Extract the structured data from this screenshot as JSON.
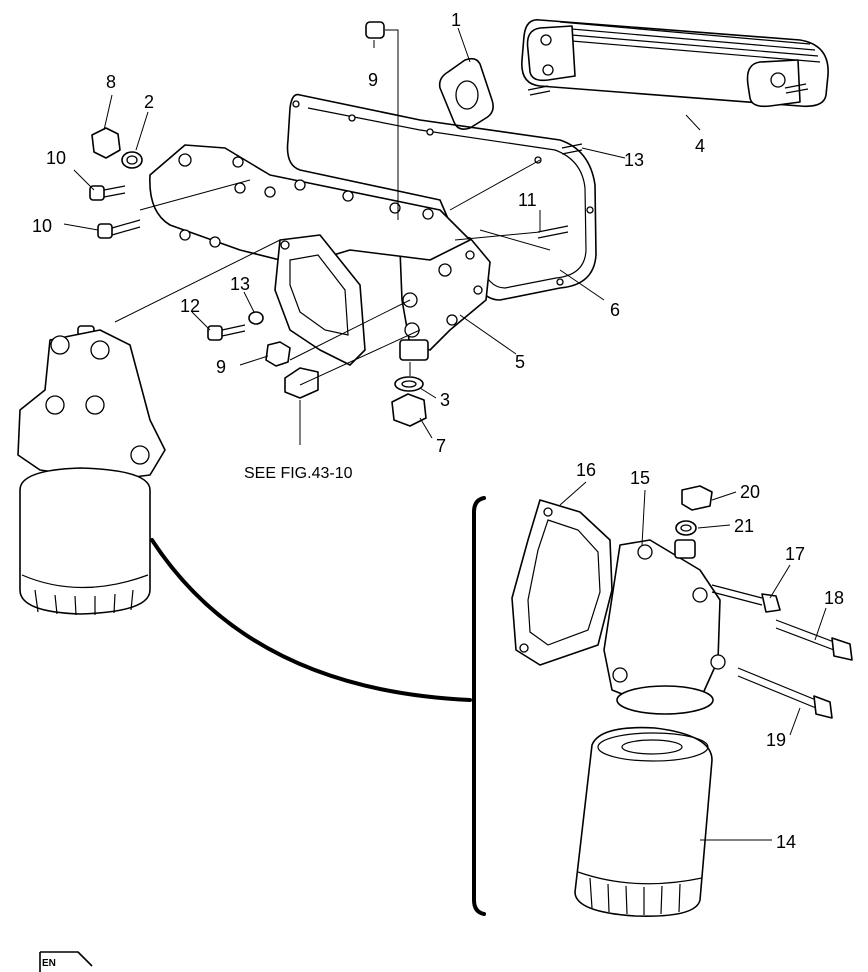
{
  "diagram": {
    "callouts": [
      {
        "id": "1",
        "text": "1"
      },
      {
        "id": "2",
        "text": "2"
      },
      {
        "id": "3",
        "text": "3"
      },
      {
        "id": "4",
        "text": "4"
      },
      {
        "id": "5",
        "text": "5"
      },
      {
        "id": "6",
        "text": "6"
      },
      {
        "id": "7",
        "text": "7"
      },
      {
        "id": "8",
        "text": "8"
      },
      {
        "id": "9a",
        "text": "9"
      },
      {
        "id": "9b",
        "text": "9"
      },
      {
        "id": "10a",
        "text": "10"
      },
      {
        "id": "10b",
        "text": "10"
      },
      {
        "id": "11",
        "text": "11"
      },
      {
        "id": "12",
        "text": "12"
      },
      {
        "id": "13a",
        "text": "13"
      },
      {
        "id": "13b",
        "text": "13"
      },
      {
        "id": "14",
        "text": "14"
      },
      {
        "id": "15",
        "text": "15"
      },
      {
        "id": "16",
        "text": "16"
      },
      {
        "id": "17",
        "text": "17"
      },
      {
        "id": "18",
        "text": "18"
      },
      {
        "id": "19",
        "text": "19"
      },
      {
        "id": "20",
        "text": "20"
      },
      {
        "id": "21",
        "text": "21"
      }
    ],
    "reference_note": "SEE FIG.43-10",
    "stamp": "EN"
  }
}
